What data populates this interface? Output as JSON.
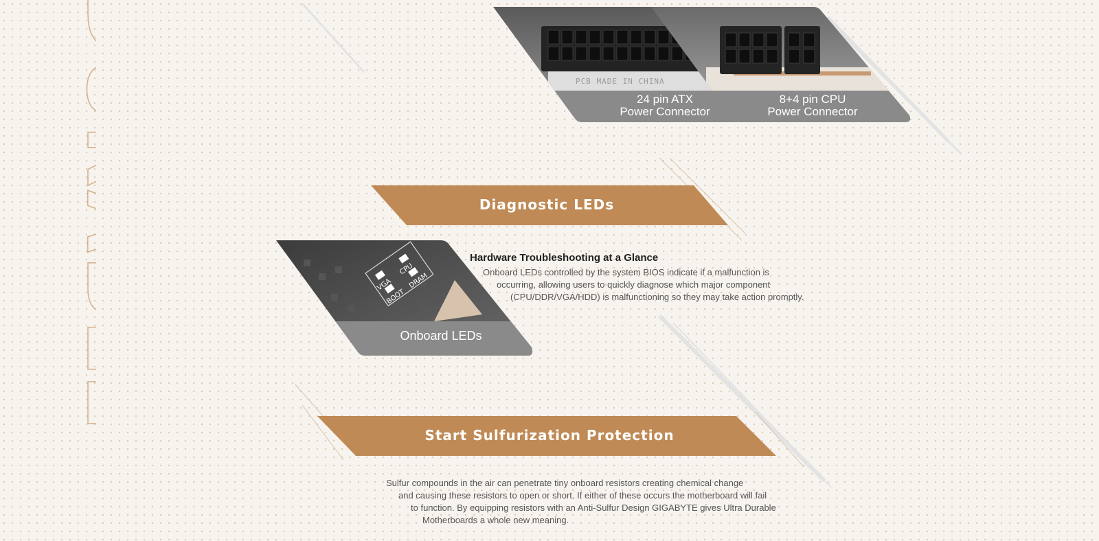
{
  "side_word": "DURABLE",
  "power": {
    "atx": {
      "label": "24 pin ATX\nPower Connector",
      "pcb_text": "PCB MADE IN CHINA"
    },
    "cpu": {
      "label": "8+4 pin CPU\nPower Connector"
    }
  },
  "diagnostic": {
    "banner": "Diagnostic LEDs",
    "tile_label": "Onboard LEDs",
    "board_labels": [
      "VGA",
      "CPU",
      "BOOT",
      "DRAM"
    ],
    "heading": "Hardware Troubleshooting at a Glance",
    "lines": [
      "Onboard LEDs controlled by the system BIOS indicate if a malfunction is",
      "occurring, allowing users to quickly diagnose which major component",
      "(CPU/DDR/VGA/HDD) is malfunctioning so they may take action promptly."
    ]
  },
  "sulfur": {
    "banner": "Start Sulfurization Protection",
    "lines": [
      "Sulfur compounds in the air can penetrate tiny onboard resistors creating chemical change",
      "and causing these resistors to open or short. If either of these occurs the motherboard will fail",
      "to function. By equipping resistors with an Anti-Sulfur Design GIGABYTE gives Ultra Durable",
      "Motherboards a whole new meaning."
    ]
  },
  "colors": {
    "accent": "#bf8a55",
    "tile_label_bg": "#8a8a8a",
    "outline": "#d4b592"
  }
}
